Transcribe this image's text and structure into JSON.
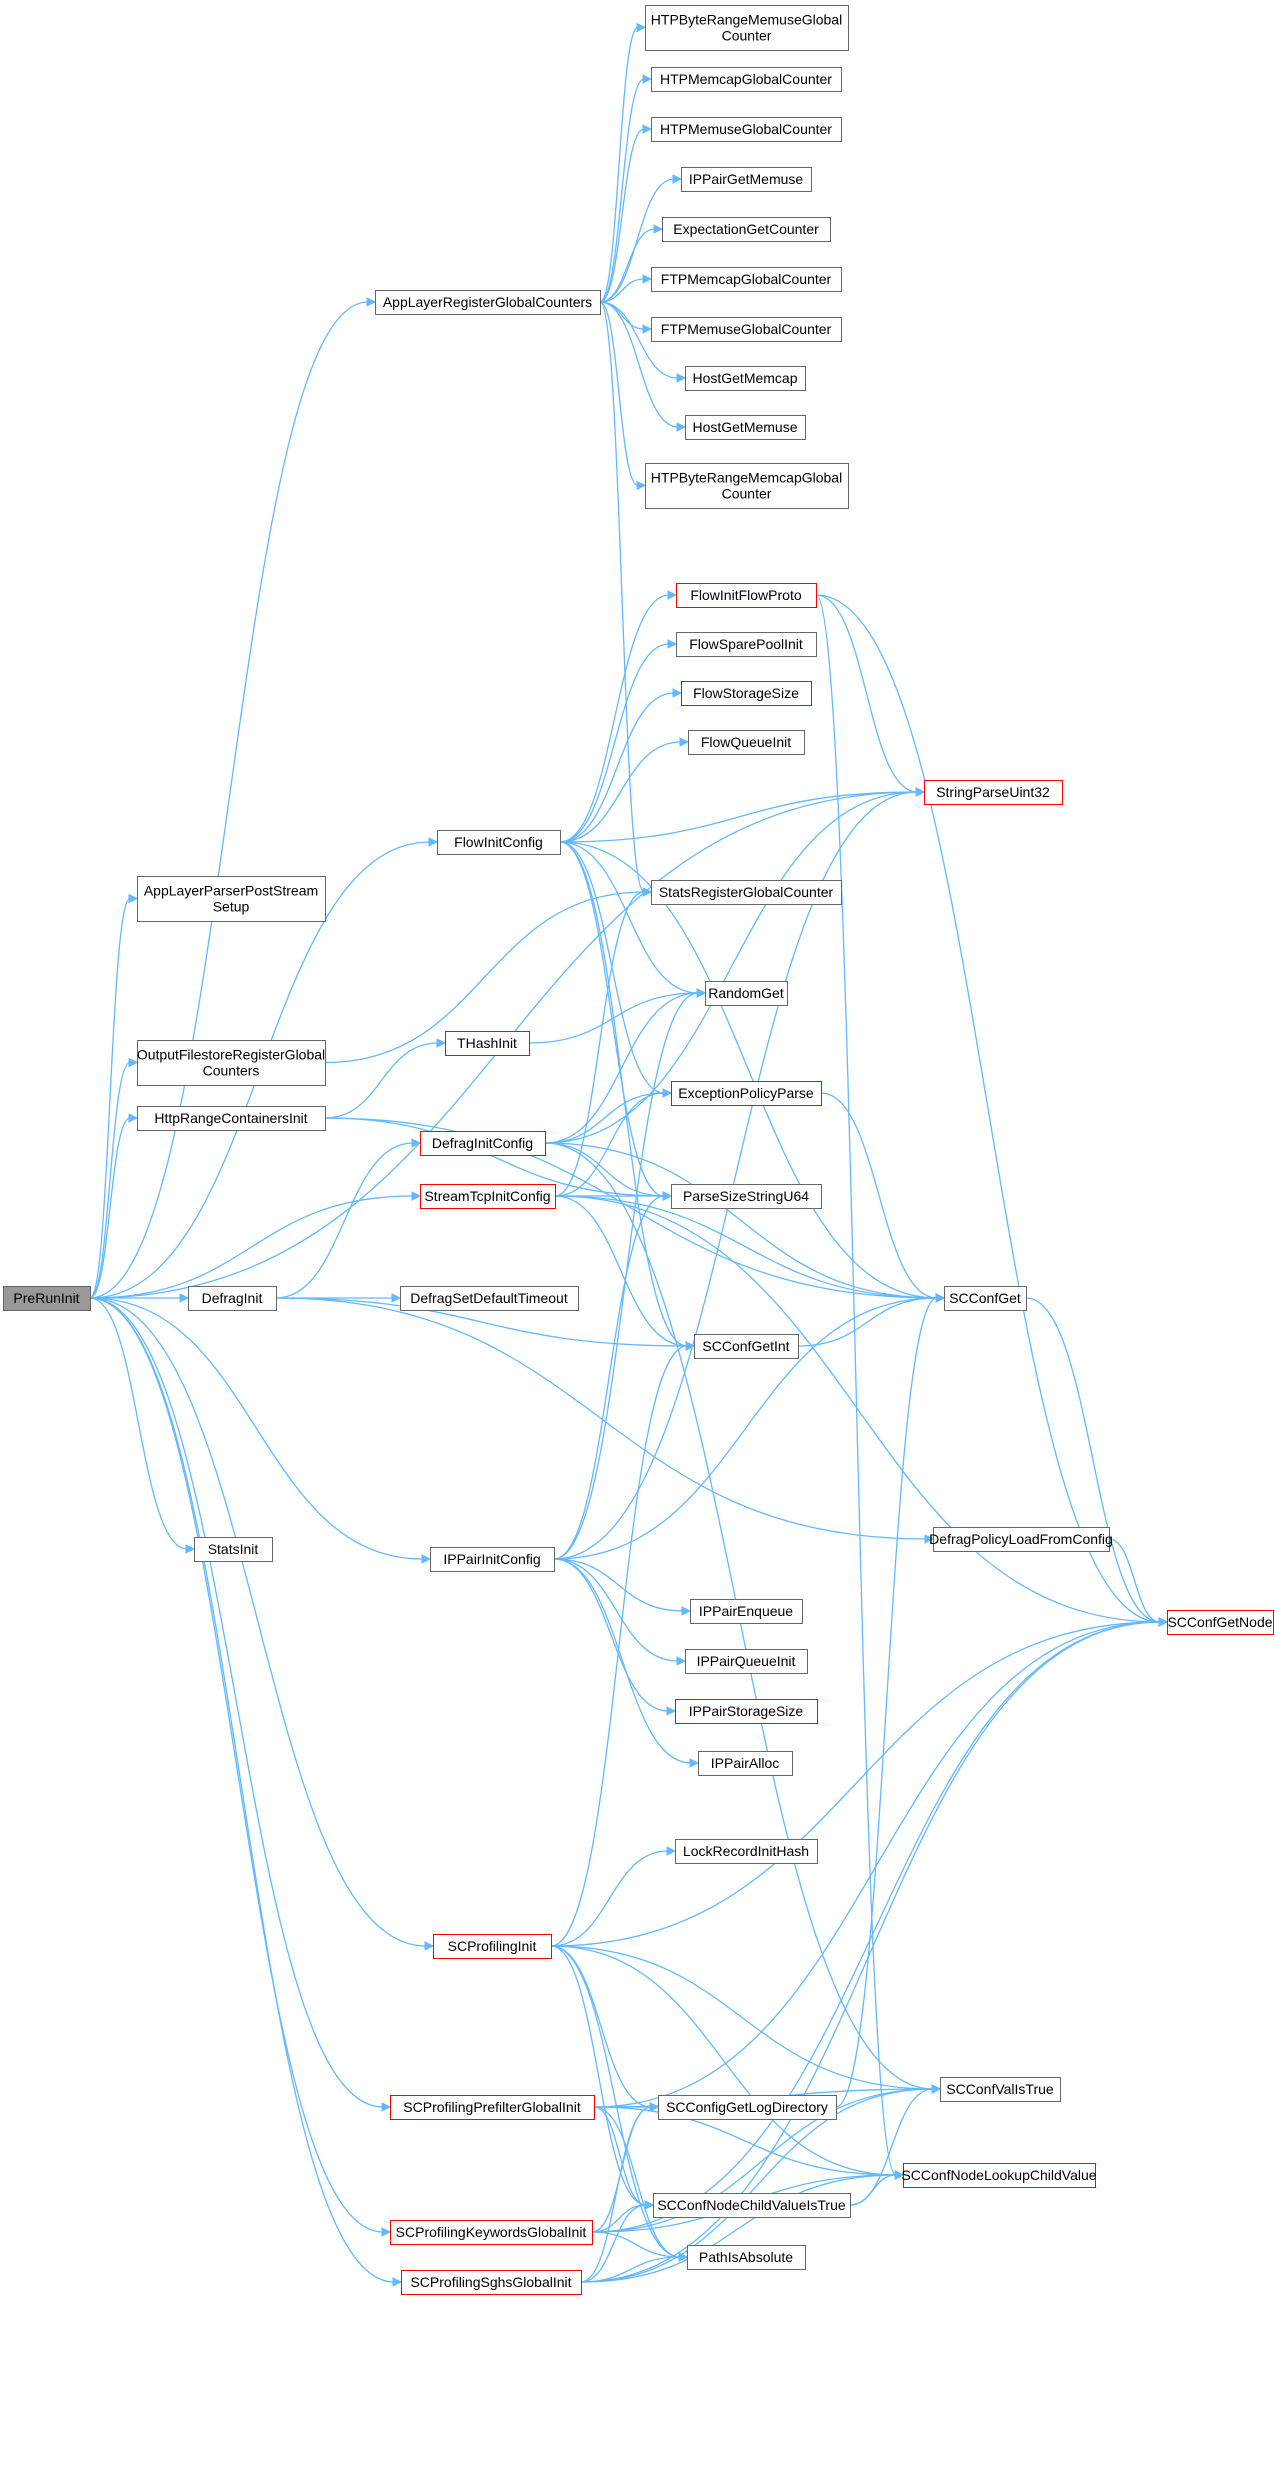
{
  "graph": {
    "nodes": [
      {
        "id": "PreRunInit",
        "lines": [
          "PreRunInit"
        ],
        "root": true,
        "truncated": false,
        "clickable": false
      },
      {
        "id": "AppLayerParserPostStreamSetup",
        "lines": [
          "AppLayerParserPostStream",
          "Setup"
        ],
        "truncated": false,
        "clickable": true
      },
      {
        "id": "AppLayerRegisterGlobalCounters",
        "lines": [
          "AppLayerRegisterGlobalCounters"
        ],
        "truncated": false,
        "clickable": true
      },
      {
        "id": "HTPByteRangeMemuseGlobalCounter",
        "lines": [
          "HTPByteRangeMemuseGlobal",
          "Counter"
        ],
        "truncated": false,
        "clickable": true
      },
      {
        "id": "HTPMemcapGlobalCounter",
        "lines": [
          "HTPMemcapGlobalCounter"
        ],
        "truncated": false,
        "clickable": true
      },
      {
        "id": "HTPMemuseGlobalCounter",
        "lines": [
          "HTPMemuseGlobalCounter"
        ],
        "truncated": false,
        "clickable": true
      },
      {
        "id": "IPPairGetMemuse",
        "lines": [
          "IPPairGetMemuse"
        ],
        "truncated": false,
        "clickable": true
      },
      {
        "id": "ExpectationGetCounter",
        "lines": [
          "ExpectationGetCounter"
        ],
        "truncated": false,
        "clickable": true
      },
      {
        "id": "FTPMemcapGlobalCounter",
        "lines": [
          "FTPMemcapGlobalCounter"
        ],
        "truncated": false,
        "clickable": true
      },
      {
        "id": "FTPMemuseGlobalCounter",
        "lines": [
          "FTPMemuseGlobalCounter"
        ],
        "truncated": false,
        "clickable": true
      },
      {
        "id": "HostGetMemcap",
        "lines": [
          "HostGetMemcap"
        ],
        "truncated": false,
        "clickable": true
      },
      {
        "id": "HostGetMemuse",
        "lines": [
          "HostGetMemuse"
        ],
        "truncated": false,
        "clickable": true
      },
      {
        "id": "HTPByteRangeMemcapGlobalCounter",
        "lines": [
          "HTPByteRangeMemcapGlobal",
          "Counter"
        ],
        "truncated": false,
        "clickable": true
      },
      {
        "id": "FlowInitFlowProto",
        "lines": [
          "FlowInitFlowProto"
        ],
        "truncated": true,
        "clickable": true
      },
      {
        "id": "FlowSparePoolInit",
        "lines": [
          "FlowSparePoolInit"
        ],
        "truncated": false,
        "clickable": true
      },
      {
        "id": "FlowStorageSize",
        "lines": [
          "FlowStorageSize"
        ],
        "truncated": true,
        "clickable": true
      },
      {
        "id": "FlowQueueInit",
        "lines": [
          "FlowQueueInit"
        ],
        "truncated": false,
        "clickable": true
      },
      {
        "id": "StringParseUint32",
        "lines": [
          "StringParseUint32"
        ],
        "truncated": true,
        "clickable": true
      },
      {
        "id": "FlowInitConfig",
        "lines": [
          "FlowInitConfig"
        ],
        "truncated": false,
        "clickable": true
      },
      {
        "id": "StatsRegisterGlobalCounter",
        "lines": [
          "StatsRegisterGlobalCounter"
        ],
        "truncated": false,
        "clickable": true
      },
      {
        "id": "RandomGet",
        "lines": [
          "RandomGet"
        ],
        "truncated": false,
        "clickable": true
      },
      {
        "id": "THashInit",
        "lines": [
          "THashInit"
        ],
        "truncated": true,
        "clickable": true
      },
      {
        "id": "OutputFilestoreRegisterGlobalCounters",
        "lines": [
          "OutputFilestoreRegisterGlobal",
          "Counters"
        ],
        "truncated": false,
        "clickable": true
      },
      {
        "id": "HttpRangeContainersInit",
        "lines": [
          "HttpRangeContainersInit"
        ],
        "truncated": false,
        "clickable": true
      },
      {
        "id": "ExceptionPolicyParse",
        "lines": [
          "ExceptionPolicyParse"
        ],
        "truncated": true,
        "clickable": true
      },
      {
        "id": "DefragInitConfig",
        "lines": [
          "DefragInitConfig"
        ],
        "truncated": true,
        "clickable": true
      },
      {
        "id": "StreamTcpInitConfig",
        "lines": [
          "StreamTcpInitConfig"
        ],
        "truncated": true,
        "clickable": true
      },
      {
        "id": "ParseSizeStringU64",
        "lines": [
          "ParseSizeStringU64"
        ],
        "truncated": false,
        "clickable": true
      },
      {
        "id": "SCConfGet",
        "lines": [
          "SCConfGet"
        ],
        "truncated": false,
        "clickable": true
      },
      {
        "id": "DefragInit",
        "lines": [
          "DefragInit"
        ],
        "truncated": false,
        "clickable": true
      },
      {
        "id": "DefragSetDefaultTimeout",
        "lines": [
          "DefragSetDefaultTimeout"
        ],
        "truncated": false,
        "clickable": true
      },
      {
        "id": "SCConfGetInt",
        "lines": [
          "SCConfGetInt"
        ],
        "truncated": false,
        "clickable": true
      },
      {
        "id": "StatsInit",
        "lines": [
          "StatsInit"
        ],
        "truncated": false,
        "clickable": true
      },
      {
        "id": "DefragPolicyLoadFromConfig",
        "lines": [
          "DefragPolicyLoadFromConfig"
        ],
        "truncated": false,
        "clickable": true
      },
      {
        "id": "IPPairInitConfig",
        "lines": [
          "IPPairInitConfig"
        ],
        "truncated": false,
        "clickable": true
      },
      {
        "id": "SCConfGetNode",
        "lines": [
          "SCConfGetNode"
        ],
        "truncated": true,
        "clickable": true
      },
      {
        "id": "IPPairEnqueue",
        "lines": [
          "IPPairEnqueue"
        ],
        "truncated": false,
        "clickable": true
      },
      {
        "id": "IPPairQueueInit",
        "lines": [
          "IPPairQueueInit"
        ],
        "truncated": false,
        "clickable": true
      },
      {
        "id": "IPPairStorageSize",
        "lines": [
          "IPPairStorageSize"
        ],
        "truncated": true,
        "clickable": true
      },
      {
        "id": "IPPairAlloc",
        "lines": [
          "IPPairAlloc"
        ],
        "truncated": false,
        "clickable": true
      },
      {
        "id": "LockRecordInitHash",
        "lines": [
          "LockRecordInitHash"
        ],
        "truncated": false,
        "clickable": true
      },
      {
        "id": "SCProfilingInit",
        "lines": [
          "SCProfilingInit"
        ],
        "truncated": true,
        "clickable": true
      },
      {
        "id": "SCConfValIsTrue",
        "lines": [
          "SCConfValIsTrue"
        ],
        "truncated": false,
        "clickable": true
      },
      {
        "id": "SCProfilingPrefilterGlobalInit",
        "lines": [
          "SCProfilingPrefilterGlobalInit"
        ],
        "truncated": true,
        "clickable": true
      },
      {
        "id": "SCConfigGetLogDirectory",
        "lines": [
          "SCConfigGetLogDirectory"
        ],
        "truncated": false,
        "clickable": true
      },
      {
        "id": "SCConfNodeLookupChildValue",
        "lines": [
          "SCConfNodeLookupChildValue"
        ],
        "truncated": true,
        "clickable": true
      },
      {
        "id": "SCConfNodeChildValueIsTrue",
        "lines": [
          "SCConfNodeChildValueIsTrue"
        ],
        "truncated": false,
        "clickable": true
      },
      {
        "id": "SCProfilingKeywordsGlobalInit",
        "lines": [
          "SCProfilingKeywordsGlobalInit"
        ],
        "truncated": true,
        "clickable": true
      },
      {
        "id": "PathIsAbsolute",
        "lines": [
          "PathIsAbsolute"
        ],
        "truncated": false,
        "clickable": true
      },
      {
        "id": "SCProfilingSghsGlobalInit",
        "lines": [
          "SCProfilingSghsGlobalInit"
        ],
        "truncated": true,
        "clickable": true
      }
    ],
    "edges": [
      [
        "PreRunInit",
        "AppLayerParserPostStreamSetup"
      ],
      [
        "PreRunInit",
        "AppLayerRegisterGlobalCounters"
      ],
      [
        "PreRunInit",
        "StringParseUint32"
      ],
      [
        "PreRunInit",
        "FlowInitConfig"
      ],
      [
        "PreRunInit",
        "OutputFilestoreRegisterGlobalCounters"
      ],
      [
        "PreRunInit",
        "HttpRangeContainersInit"
      ],
      [
        "PreRunInit",
        "StreamTcpInitConfig"
      ],
      [
        "PreRunInit",
        "DefragInit"
      ],
      [
        "PreRunInit",
        "StatsInit"
      ],
      [
        "PreRunInit",
        "IPPairInitConfig"
      ],
      [
        "PreRunInit",
        "SCProfilingInit"
      ],
      [
        "PreRunInit",
        "SCProfilingPrefilterGlobalInit"
      ],
      [
        "PreRunInit",
        "SCProfilingKeywordsGlobalInit"
      ],
      [
        "PreRunInit",
        "SCProfilingSghsGlobalInit"
      ],
      [
        "AppLayerRegisterGlobalCounters",
        "HTPByteRangeMemuseGlobalCounter"
      ],
      [
        "AppLayerRegisterGlobalCounters",
        "HTPMemcapGlobalCounter"
      ],
      [
        "AppLayerRegisterGlobalCounters",
        "HTPMemuseGlobalCounter"
      ],
      [
        "AppLayerRegisterGlobalCounters",
        "IPPairGetMemuse"
      ],
      [
        "AppLayerRegisterGlobalCounters",
        "ExpectationGetCounter"
      ],
      [
        "AppLayerRegisterGlobalCounters",
        "FTPMemcapGlobalCounter"
      ],
      [
        "AppLayerRegisterGlobalCounters",
        "FTPMemuseGlobalCounter"
      ],
      [
        "AppLayerRegisterGlobalCounters",
        "HostGetMemcap"
      ],
      [
        "AppLayerRegisterGlobalCounters",
        "HostGetMemuse"
      ],
      [
        "AppLayerRegisterGlobalCounters",
        "HTPByteRangeMemcapGlobalCounter"
      ],
      [
        "AppLayerRegisterGlobalCounters",
        "StatsRegisterGlobalCounter"
      ],
      [
        "FlowInitConfig",
        "FlowInitFlowProto"
      ],
      [
        "FlowInitConfig",
        "FlowSparePoolInit"
      ],
      [
        "FlowInitConfig",
        "FlowStorageSize"
      ],
      [
        "FlowInitConfig",
        "FlowQueueInit"
      ],
      [
        "FlowInitConfig",
        "StringParseUint32"
      ],
      [
        "FlowInitConfig",
        "RandomGet"
      ],
      [
        "FlowInitConfig",
        "ExceptionPolicyParse"
      ],
      [
        "FlowInitConfig",
        "ParseSizeStringU64"
      ],
      [
        "FlowInitConfig",
        "SCConfGet"
      ],
      [
        "FlowInitConfig",
        "SCConfGetInt"
      ],
      [
        "FlowInitFlowProto",
        "StringParseUint32"
      ],
      [
        "FlowInitFlowProto",
        "SCConfGetNode"
      ],
      [
        "FlowInitFlowProto",
        "SCConfNodeLookupChildValue"
      ],
      [
        "OutputFilestoreRegisterGlobalCounters",
        "StatsRegisterGlobalCounter"
      ],
      [
        "HttpRangeContainersInit",
        "THashInit"
      ],
      [
        "HttpRangeContainersInit",
        "SCConfGet"
      ],
      [
        "HttpRangeContainersInit",
        "ParseSizeStringU64"
      ],
      [
        "THashInit",
        "RandomGet"
      ],
      [
        "DefragInitConfig",
        "RandomGet"
      ],
      [
        "DefragInitConfig",
        "StringParseUint32"
      ],
      [
        "DefragInitConfig",
        "ExceptionPolicyParse"
      ],
      [
        "DefragInitConfig",
        "ParseSizeStringU64"
      ],
      [
        "DefragInitConfig",
        "SCConfGet"
      ],
      [
        "DefragInitConfig",
        "SCConfValIsTrue"
      ],
      [
        "StreamTcpInitConfig",
        "StatsRegisterGlobalCounter"
      ],
      [
        "StreamTcpInitConfig",
        "ExceptionPolicyParse"
      ],
      [
        "StreamTcpInitConfig",
        "ParseSizeStringU64"
      ],
      [
        "StreamTcpInitConfig",
        "SCConfGet"
      ],
      [
        "StreamTcpInitConfig",
        "SCConfGetInt"
      ],
      [
        "StreamTcpInitConfig",
        "SCConfGetNode"
      ],
      [
        "ExceptionPolicyParse",
        "SCConfGet"
      ],
      [
        "DefragInit",
        "DefragInitConfig"
      ],
      [
        "DefragInit",
        "DefragSetDefaultTimeout"
      ],
      [
        "DefragInit",
        "SCConfGetInt"
      ],
      [
        "DefragInit",
        "DefragPolicyLoadFromConfig"
      ],
      [
        "SCConfGetInt",
        "SCConfGet"
      ],
      [
        "SCConfGet",
        "SCConfGetNode"
      ],
      [
        "DefragPolicyLoadFromConfig",
        "SCConfGetNode"
      ],
      [
        "IPPairInitConfig",
        "RandomGet"
      ],
      [
        "IPPairInitConfig",
        "StringParseUint32"
      ],
      [
        "IPPairInitConfig",
        "ParseSizeStringU64"
      ],
      [
        "IPPairInitConfig",
        "SCConfGet"
      ],
      [
        "IPPairInitConfig",
        "IPPairEnqueue"
      ],
      [
        "IPPairInitConfig",
        "IPPairQueueInit"
      ],
      [
        "IPPairInitConfig",
        "IPPairStorageSize"
      ],
      [
        "IPPairInitConfig",
        "IPPairAlloc"
      ],
      [
        "SCProfilingInit",
        "LockRecordInitHash"
      ],
      [
        "SCProfilingInit",
        "SCConfGetInt"
      ],
      [
        "SCProfilingInit",
        "SCConfGetNode"
      ],
      [
        "SCProfilingInit",
        "SCConfValIsTrue"
      ],
      [
        "SCProfilingInit",
        "SCConfigGetLogDirectory"
      ],
      [
        "SCProfilingInit",
        "SCConfNodeLookupChildValue"
      ],
      [
        "SCProfilingInit",
        "SCConfNodeChildValueIsTrue"
      ],
      [
        "SCProfilingInit",
        "PathIsAbsolute"
      ],
      [
        "SCProfilingPrefilterGlobalInit",
        "SCConfGetNode"
      ],
      [
        "SCProfilingPrefilterGlobalInit",
        "SCConfValIsTrue"
      ],
      [
        "SCProfilingPrefilterGlobalInit",
        "SCConfigGetLogDirectory"
      ],
      [
        "SCProfilingPrefilterGlobalInit",
        "SCConfNodeLookupChildValue"
      ],
      [
        "SCProfilingPrefilterGlobalInit",
        "SCConfNodeChildValueIsTrue"
      ],
      [
        "SCProfilingPrefilterGlobalInit",
        "PathIsAbsolute"
      ],
      [
        "SCConfigGetLogDirectory",
        "SCConfGet"
      ],
      [
        "SCConfNodeChildValueIsTrue",
        "SCConfValIsTrue"
      ],
      [
        "SCConfNodeChildValueIsTrue",
        "SCConfNodeLookupChildValue"
      ],
      [
        "SCProfilingKeywordsGlobalInit",
        "SCConfigGetLogDirectory"
      ],
      [
        "SCProfilingKeywordsGlobalInit",
        "SCConfNodeChildValueIsTrue"
      ],
      [
        "SCProfilingKeywordsGlobalInit",
        "PathIsAbsolute"
      ],
      [
        "SCProfilingKeywordsGlobalInit",
        "SCConfValIsTrue"
      ],
      [
        "SCProfilingKeywordsGlobalInit",
        "SCConfNodeLookupChildValue"
      ],
      [
        "SCProfilingKeywordsGlobalInit",
        "SCConfGetNode"
      ],
      [
        "SCProfilingSghsGlobalInit",
        "SCConfigGetLogDirectory"
      ],
      [
        "SCProfilingSghsGlobalInit",
        "SCConfNodeChildValueIsTrue"
      ],
      [
        "SCProfilingSghsGlobalInit",
        "PathIsAbsolute"
      ],
      [
        "SCProfilingSghsGlobalInit",
        "SCConfValIsTrue"
      ],
      [
        "SCProfilingSghsGlobalInit",
        "SCConfNodeLookupChildValue"
      ],
      [
        "SCProfilingSghsGlobalInit",
        "SCConfGetNode"
      ]
    ]
  },
  "colors": {
    "edge": "#63b8ff",
    "node_border": "#666666",
    "truncated_border": "#ff0000",
    "root_fill": "#999999"
  }
}
